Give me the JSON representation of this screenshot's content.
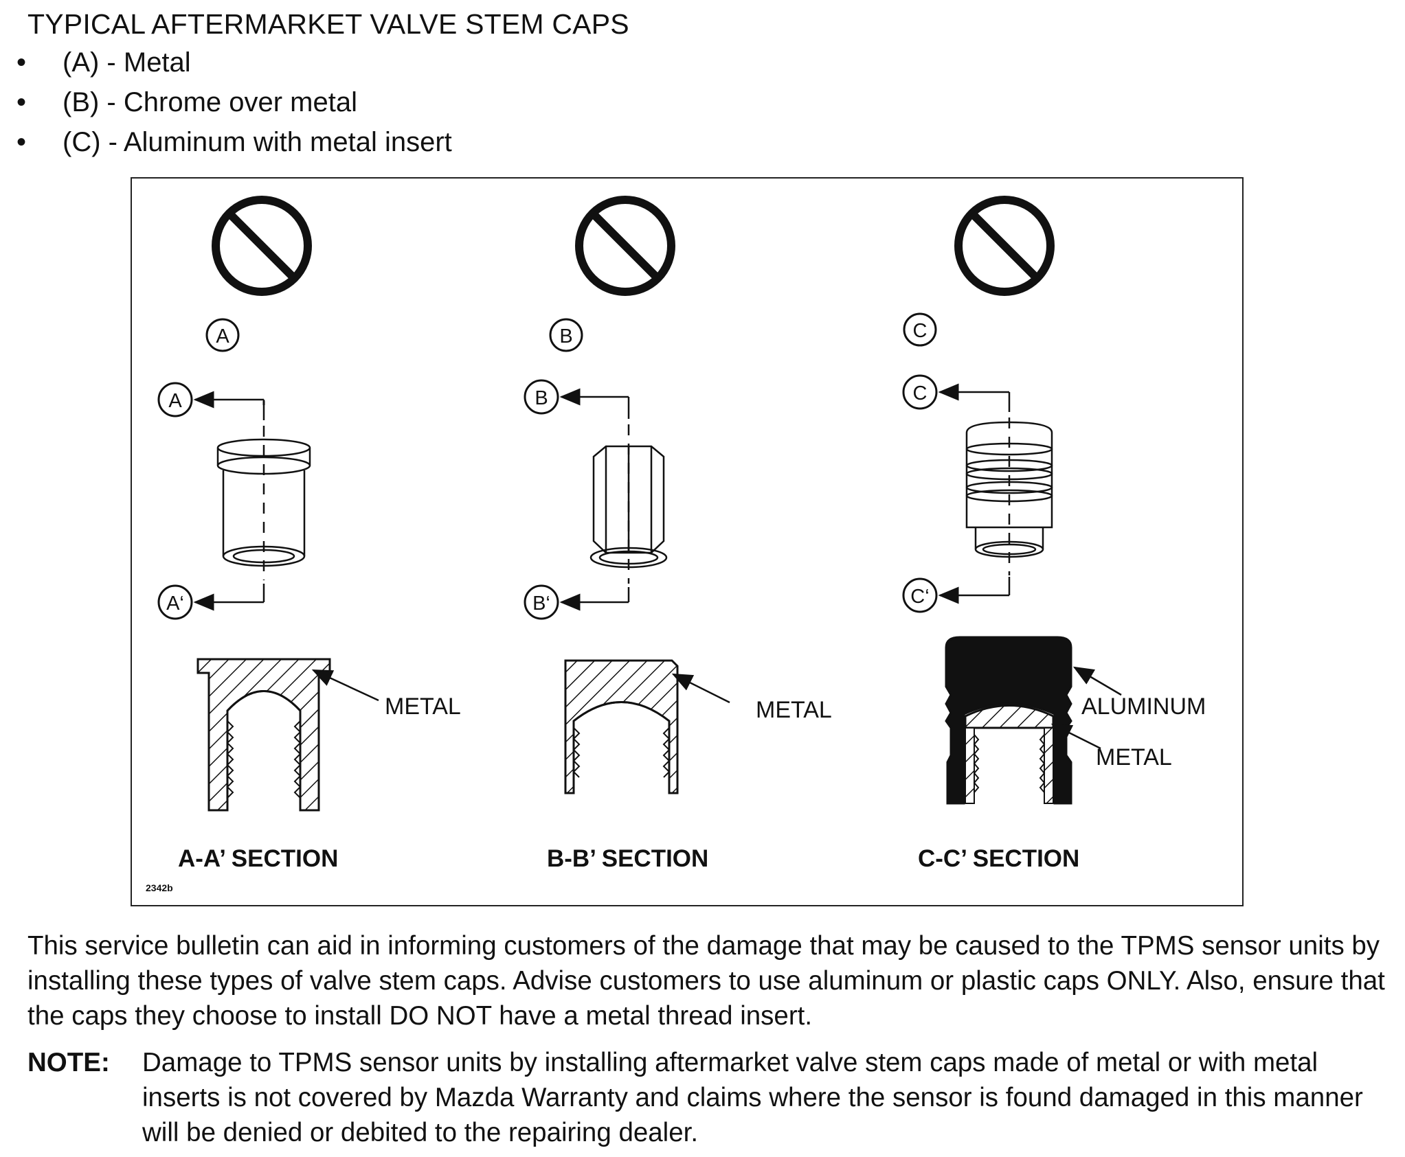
{
  "heading": "TYPICAL AFTERMARKET VALVE STEM CAPS",
  "bullets": [
    {
      "marker": "•",
      "text": "(A) - Metal"
    },
    {
      "marker": "•",
      "text": "(B) - Chrome over metal"
    },
    {
      "marker": "•",
      "text": "(C) - Aluminum with metal insert"
    }
  ],
  "figure": {
    "caps": [
      {
        "id": "A",
        "start_tag": "A",
        "end_tag": "A‘",
        "section_label": "A-A’ SECTION",
        "material_labels": [
          "METAL"
        ]
      },
      {
        "id": "B",
        "start_tag": "B",
        "end_tag": "B‘",
        "section_label": "B-B’ SECTION",
        "material_labels": [
          "METAL"
        ]
      },
      {
        "id": "C",
        "start_tag": "C",
        "end_tag": "C‘",
        "section_label": "C-C’ SECTION",
        "material_labels": [
          "ALUMINUM",
          "METAL"
        ]
      }
    ],
    "figure_code": "2342b"
  },
  "paragraph": "This service bulletin can aid in informing customers of the damage that may be caused to the TPMS sensor units by installing these types of valve stem caps. Advise customers to use aluminum or plastic caps ONLY. Also, ensure that the caps they choose to install DO NOT have a metal thread insert.",
  "note": {
    "label": "NOTE:",
    "text": "Damage to TPMS sensor units by installing aftermarket valve stem caps made of metal or with metal inserts is not covered by Mazda Warranty and claims where the sensor is found damaged in this manner will be denied or debited to the repairing dealer."
  }
}
